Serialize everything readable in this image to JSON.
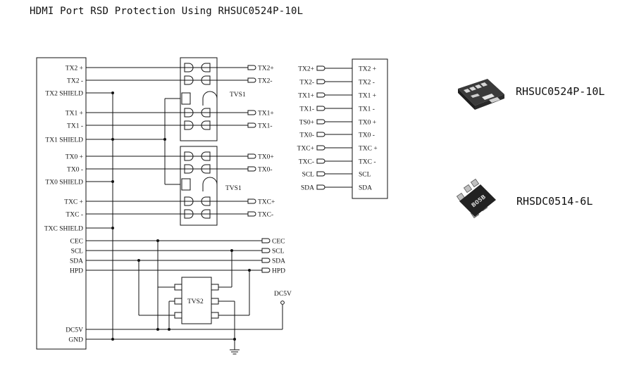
{
  "title": "HDMI Port RSD Protection Using RHSUC0524P-10L",
  "connector_pins": [
    "TX2 +",
    "TX2 -",
    "TX2 SHIELD",
    "TX1 +",
    "TX1 -",
    "TX1 SHIELD",
    "TX0 +",
    "TX0 -",
    "TX0 SHIELD",
    "TXC +",
    "TXC -",
    "TXC SHIELD",
    "CEC",
    "SCL",
    "SDA",
    "HPD",
    "DC5V",
    "GND"
  ],
  "output_signals": [
    "TX2+",
    "TX2-",
    "TX1+",
    "TX1-",
    "TX0+",
    "TX0-",
    "TXC+",
    "TXC-",
    "CEC",
    "SCL",
    "SDA",
    "HPD"
  ],
  "tvs1_label": "TVS1",
  "tvs2_label": "TVS2",
  "dc5v_label": "DC5V",
  "right_connector": {
    "left_labels": [
      "TX2+",
      "TX2-",
      "TX1+",
      "TX1-",
      "TS0+",
      "TX0-",
      "TXC+",
      "TXC-",
      "SCL",
      "SDA"
    ],
    "right_labels": [
      "TX2 +",
      "TX2 -",
      "TX1 +",
      "TX1 -",
      "TX0 +",
      "TX0 -",
      "TXC +",
      "TXC -",
      "SCL",
      "SDA"
    ]
  },
  "chips": [
    {
      "name": "RHSUC0524P-10L",
      "icon": "chip-10pin-icon"
    },
    {
      "name": "RHSDC0514-6L",
      "icon": "chip-6pin-icon",
      "marking": "B05B"
    }
  ]
}
